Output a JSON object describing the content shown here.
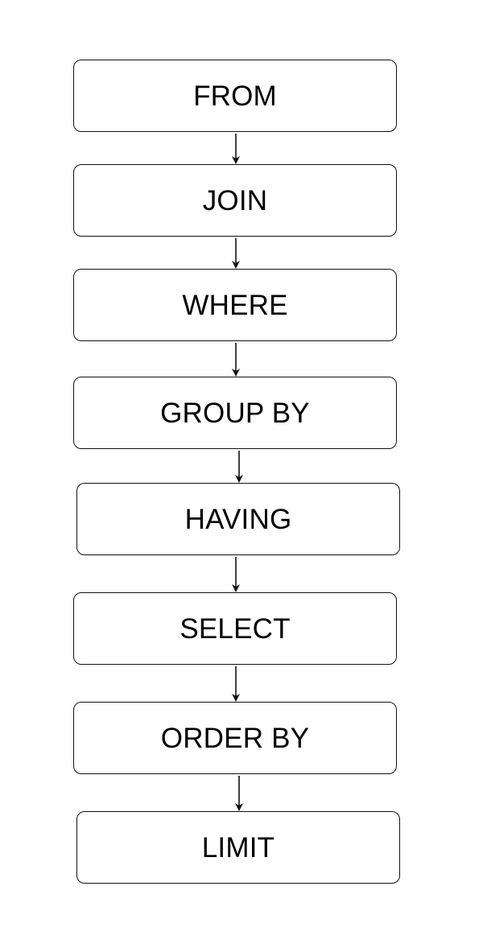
{
  "diagram": {
    "steps": [
      {
        "label": "FROM"
      },
      {
        "label": "JOIN"
      },
      {
        "label": "WHERE"
      },
      {
        "label": "GROUP BY"
      },
      {
        "label": "HAVING"
      },
      {
        "label": "SELECT"
      },
      {
        "label": "ORDER BY"
      },
      {
        "label": "LIMIT"
      }
    ],
    "colors": {
      "stroke": "#111111",
      "text": "#000000",
      "background": "#ffffff"
    },
    "edges": [
      {
        "from": "FROM",
        "to": "JOIN",
        "arrow": "arrow-down-icon"
      },
      {
        "from": "JOIN",
        "to": "WHERE",
        "arrow": "arrow-down-icon"
      },
      {
        "from": "WHERE",
        "to": "GROUP BY",
        "arrow": "arrow-down-icon"
      },
      {
        "from": "GROUP BY",
        "to": "HAVING",
        "arrow": "arrow-down-icon"
      },
      {
        "from": "HAVING",
        "to": "SELECT",
        "arrow": "arrow-down-icon"
      },
      {
        "from": "SELECT",
        "to": "ORDER BY",
        "arrow": "arrow-down-icon"
      },
      {
        "from": "ORDER BY",
        "to": "LIMIT",
        "arrow": "arrow-down-icon"
      }
    ]
  }
}
